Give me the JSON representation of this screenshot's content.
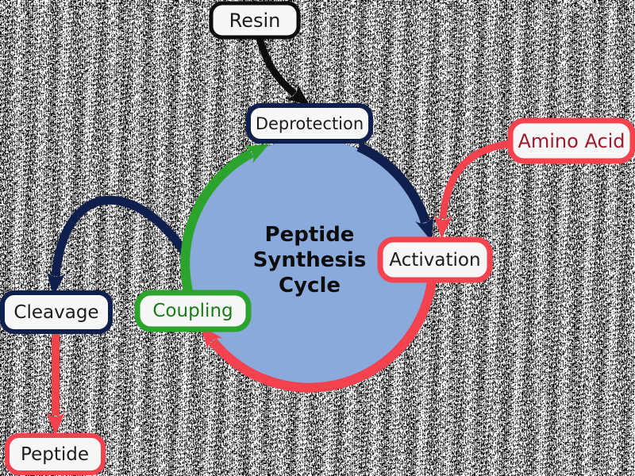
{
  "diagram_title": "Peptide Synthesis Cycle",
  "cycle": {
    "title_lines": [
      "Peptide",
      "Synthesis",
      "Cycle"
    ]
  },
  "nodes": {
    "resin": {
      "label": "Resin"
    },
    "deprotection": {
      "label": "Deprotection"
    },
    "amino_acid": {
      "label": "Amino Acid"
    },
    "activation": {
      "label": "Activation"
    },
    "coupling": {
      "label": "Coupling"
    },
    "cleavage": {
      "label": "Cleavage"
    },
    "peptide": {
      "label": "Peptide"
    }
  },
  "edges": [
    {
      "from": "Resin",
      "to": "Deprotection",
      "color_name": "black"
    },
    {
      "from": "Deprotection",
      "to": "Activation",
      "color_name": "navy"
    },
    {
      "from": "Amino Acid",
      "to": "Activation",
      "color_name": "red"
    },
    {
      "from": "Activation",
      "to": "Coupling",
      "color_name": "red"
    },
    {
      "from": "Coupling",
      "to": "Deprotection",
      "color_name": "green"
    },
    {
      "from": "Cycle",
      "to": "Cleavage",
      "color_name": "navy"
    },
    {
      "from": "Cleavage",
      "to": "Peptide",
      "color_name": "red"
    }
  ],
  "colors": {
    "black": "#0d0d0d",
    "navy": "#0f1f4d",
    "red": "#f5424f",
    "green": "#2ca32c",
    "circle_fill": "#8aaadc",
    "node_fill": "#f7f7f7",
    "text_dark": "#1c1c1c",
    "text_darkred": "#9c1b2d",
    "text_green": "#187a18"
  }
}
